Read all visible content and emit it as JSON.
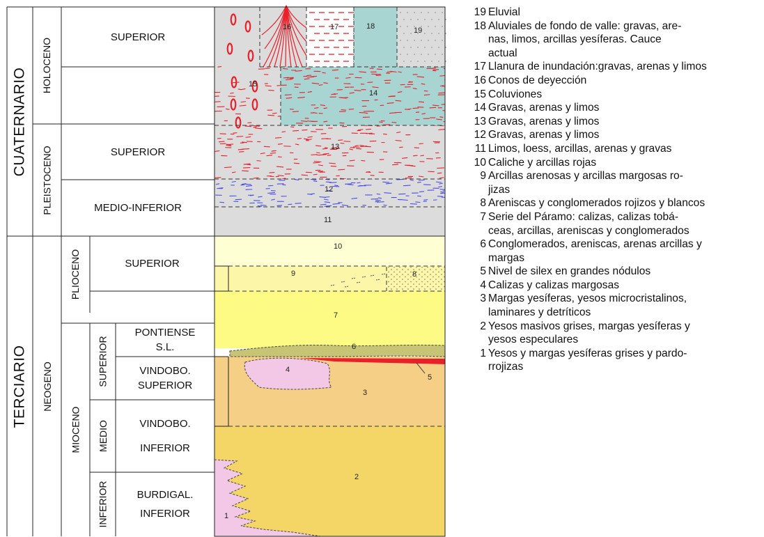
{
  "chronostratigraphy": {
    "periods": [
      "CUATERNARIO",
      "TERCIARIO"
    ],
    "epochs": [
      "HOLOCENO",
      "PLEISTOCENO",
      "NEOGENO"
    ],
    "series": [
      "PLIOCENO",
      "MIOCENO"
    ],
    "subseries": [
      "SUPERIOR",
      "MEDIO",
      "INFERIOR"
    ],
    "stages": {
      "holoceno_superior": "SUPERIOR",
      "pleistoceno_superior": "SUPERIOR",
      "pleistoceno_medio_inferior": "MEDIO-INFERIOR",
      "plioceno_superior": "SUPERIOR",
      "pontiense_line1": "PONTIENSE",
      "pontiense_line2": "S.L.",
      "vindobo_sup_line1": "VINDOBO.",
      "vindobo_sup_line2": "SUPERIOR",
      "vindobo_inf_line1": "VINDOBO.",
      "vindobo_inf_line2": "INFERIOR",
      "burdigal_line1": "BURDIGAL.",
      "burdigal_line2": "INFERIOR"
    }
  },
  "unit_numbers": [
    "1",
    "2",
    "3",
    "4",
    "5",
    "6",
    "7",
    "8",
    "9",
    "10",
    "11",
    "12",
    "13",
    "14",
    "15",
    "16",
    "17",
    "18",
    "19"
  ],
  "colors": {
    "gray": "#dcdcdc",
    "teal": "#a8d5d2",
    "light_cream": "#ffffd4",
    "pale_yellow": "#fbf6a8",
    "yellow": "#fdfb84",
    "olive": "#c7c476",
    "orange_tan": "#f6cf87",
    "gold": "#f4d666",
    "pink": "#f3c7e6",
    "red": "#e8202a",
    "blue": "#4d4de6"
  },
  "legend": [
    {
      "num": "19",
      "text": "Eluvial",
      "cont": []
    },
    {
      "num": "18",
      "text": "Aluviales de fondo de valle: gravas, are-",
      "cont": [
        "nas, limos, arcillas yesíferas. Cauce",
        "actual"
      ]
    },
    {
      "num": "17",
      "text": "Llanura de inundación:gravas, arenas y limos",
      "cont": []
    },
    {
      "num": "16",
      "text": "Conos de deyección",
      "cont": []
    },
    {
      "num": "15",
      "text": "Coluviones",
      "cont": []
    },
    {
      "num": "14",
      "text": "Gravas, arenas y limos",
      "cont": []
    },
    {
      "num": "13",
      "text": "Gravas, arenas y limos",
      "cont": []
    },
    {
      "num": "12",
      "text": "Gravas, arenas y limos",
      "cont": []
    },
    {
      "num": "11",
      "text": "Limos, loess, arcillas, arenas y gravas",
      "cont": []
    },
    {
      "num": "10",
      "text": "Caliche y arcillas rojas",
      "cont": []
    },
    {
      "num": "9",
      "text": "Arcillas arenosas y arcillas margosas ro-",
      "cont": [
        "jizas"
      ]
    },
    {
      "num": "8",
      "text": "Areniscas y conglomerados rojizos y blancos",
      "cont": []
    },
    {
      "num": "7",
      "text": "Serie del Páramo: calizas, calizas tobá-",
      "cont": [
        "ceas, arcillas, areniscas y conglomerados"
      ]
    },
    {
      "num": "6",
      "text": "Conglomerados, areniscas, arenas arcillas y",
      "cont": [
        "margas"
      ]
    },
    {
      "num": "5",
      "text": "Nivel de silex en grandes nódulos",
      "cont": []
    },
    {
      "num": "4",
      "text": "Calizas y calizas margosas",
      "cont": []
    },
    {
      "num": "3",
      "text": "Margas yesíferas, yesos microcristalinos,",
      "cont": [
        "laminares y detríticos"
      ]
    },
    {
      "num": "2",
      "text": "Yesos masivos grises, margas yesíferas y",
      "cont": [
        "yesos especulares"
      ]
    },
    {
      "num": "1",
      "text": "Yesos y margas yesíferas grises y pardo-",
      "cont": [
        "rrojizas"
      ]
    }
  ]
}
